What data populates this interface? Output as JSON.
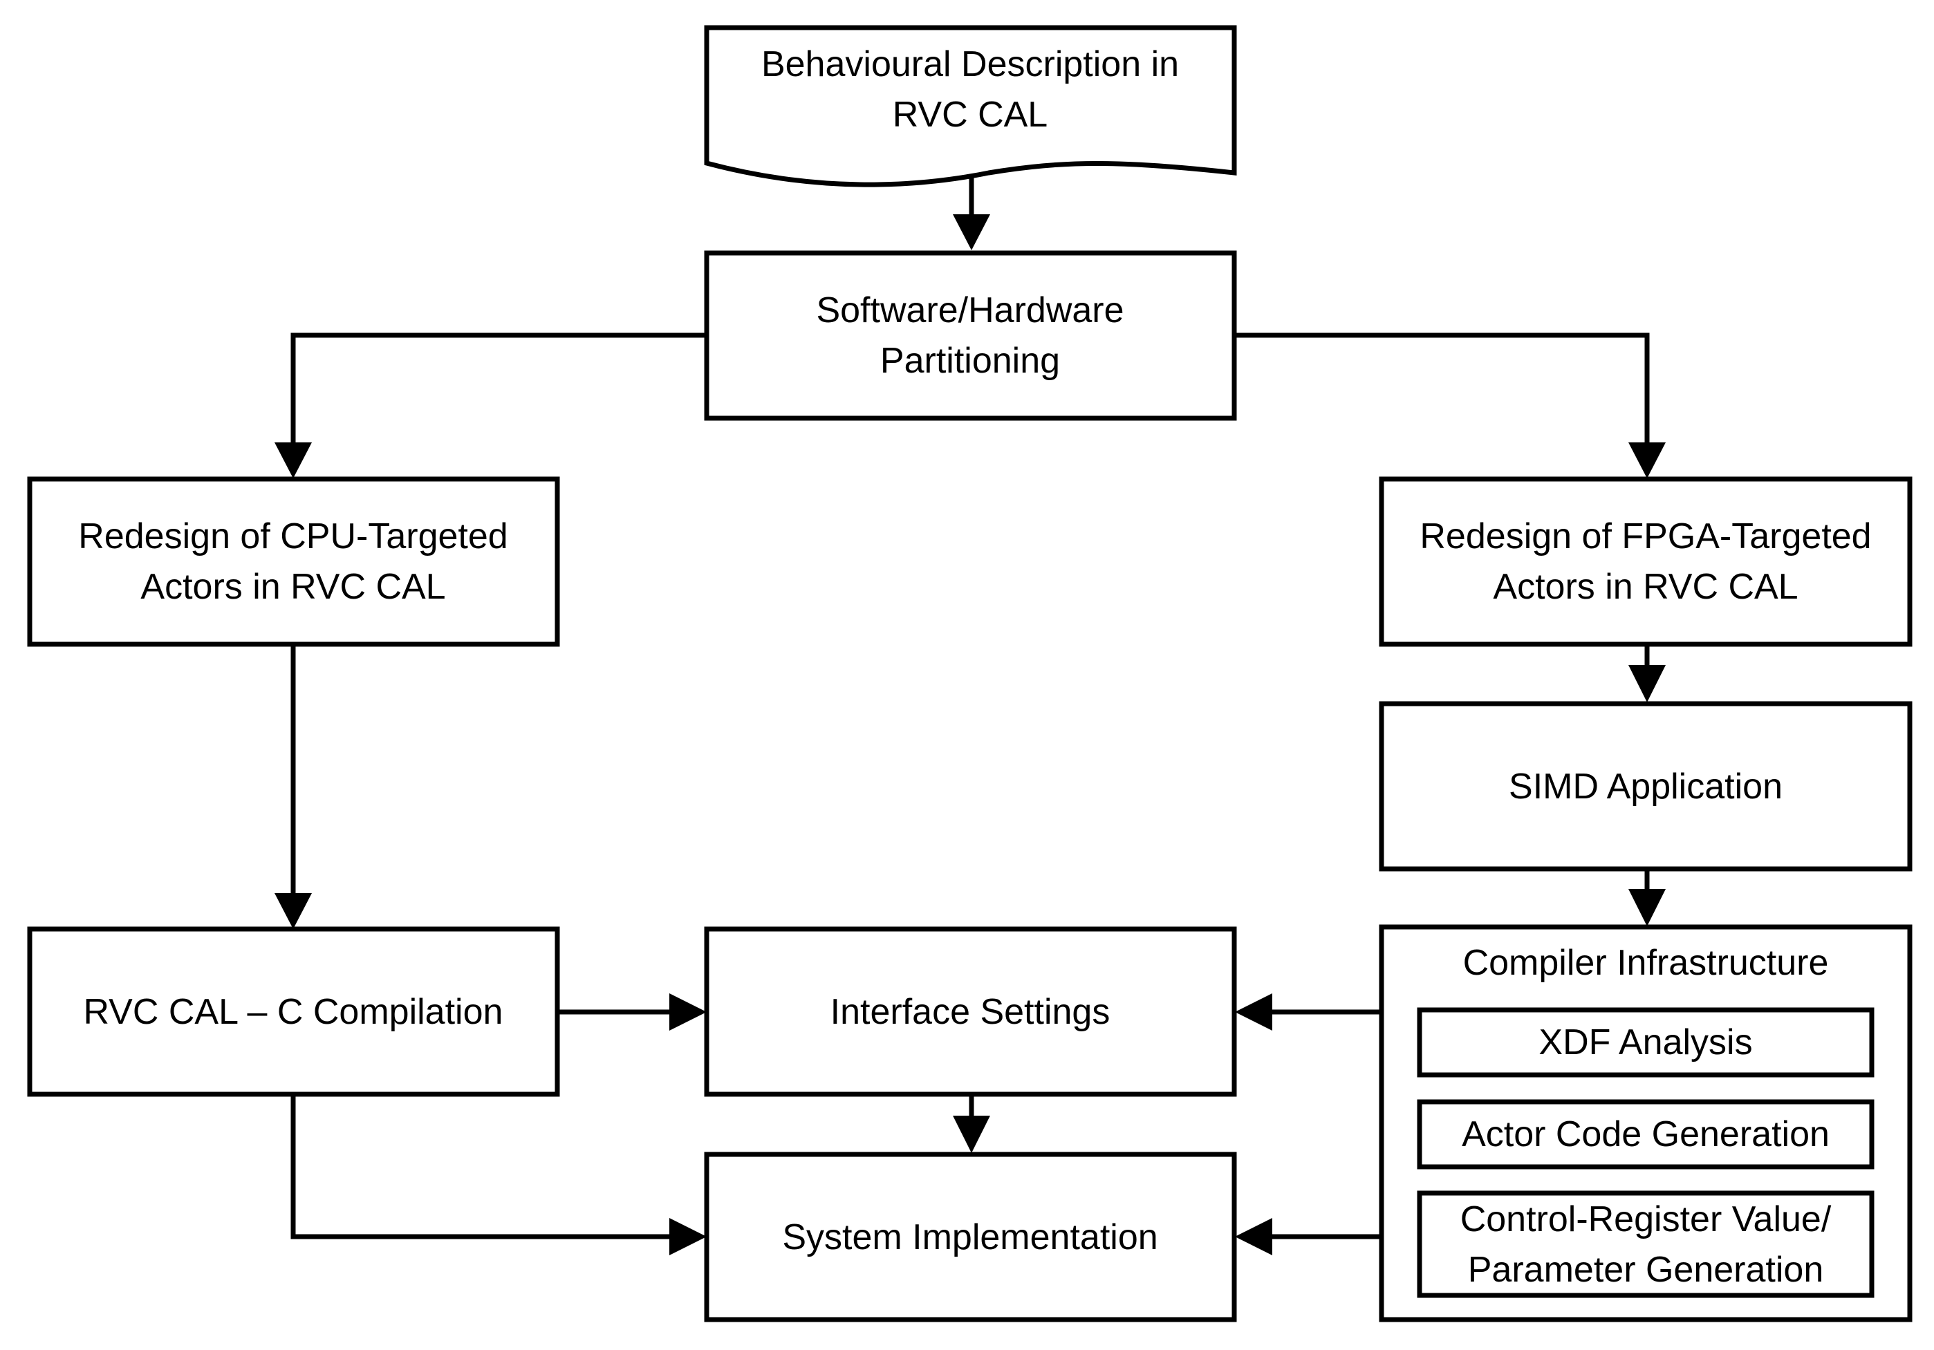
{
  "nodes": {
    "behavioural": {
      "line1": "Behavioural Description in",
      "line2": "RVC CAL"
    },
    "partitioning": {
      "line1": "Software/Hardware",
      "line2": "Partitioning"
    },
    "cpu_redesign": {
      "line1": "Redesign of CPU-Targeted",
      "line2": "Actors in RVC CAL"
    },
    "fpga_redesign": {
      "line1": "Redesign of FPGA-Targeted",
      "line2": "Actors in RVC CAL"
    },
    "simd": {
      "label": "SIMD Application"
    },
    "rvc_compilation": {
      "label": "RVC CAL – C Compilation"
    },
    "interface": {
      "label": "Interface Settings"
    },
    "system": {
      "label": "System Implementation"
    },
    "compiler": {
      "title": "Compiler Infrastructure",
      "xdf": "XDF Analysis",
      "actor_code": "Actor Code Generation",
      "control_line1": "Control-Register Value/",
      "control_line2": "Parameter Generation"
    }
  }
}
